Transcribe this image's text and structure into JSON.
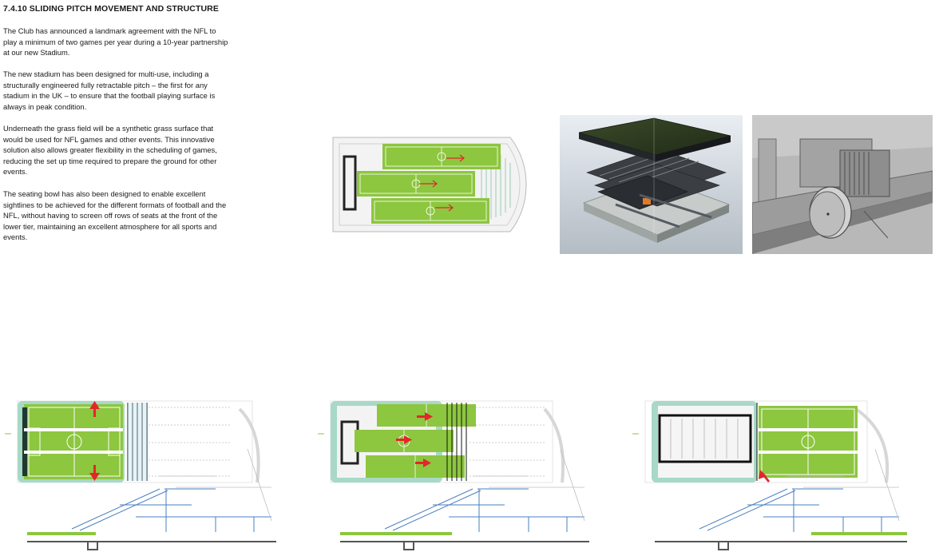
{
  "section": {
    "title": "7.4.10 SLIDING PITCH MOVEMENT AND STRUCTURE",
    "paragraphs": [
      "The Club has announced a landmark agreement with the NFL to play a minimum of two games per year during a 10-year partnership at our new Stadium.",
      "The new stadium has been designed for multi-use, including a structurally engineered fully retractable pitch – the first for any stadium in the UK – to ensure that the football playing surface is always in peak condition.",
      "Underneath the grass field will be a synthetic grass surface that would be used for NFL games and other events.  This innovative solution also allows greater flexibility in the scheduling of games, reducing the set up time required to prepare the ground for other events.",
      "The seating bowl has also been designed to enable excellent sightlines to be achieved for the different formats of football and the NFL, without having to screen off rows of seats at the front of the lower tier, maintaining an excellent atmosphere for all sports and events."
    ]
  },
  "colors": {
    "pitch_green": "#8dc63f",
    "arrow_red": "#e3262b",
    "seating_blue": "#4a7fc1",
    "outline_dark": "#222222",
    "bowl_teal": "#9fd3c0"
  },
  "figures": {
    "top_plan": "pitch-sliding-plan",
    "render": "layered-pitch-structure-render",
    "mechanism": "drive-wheel-mechanism-render",
    "sequence": [
      "pitch-split-stage",
      "pitch-sliding-stage",
      "pitch-retracted-stage"
    ]
  }
}
